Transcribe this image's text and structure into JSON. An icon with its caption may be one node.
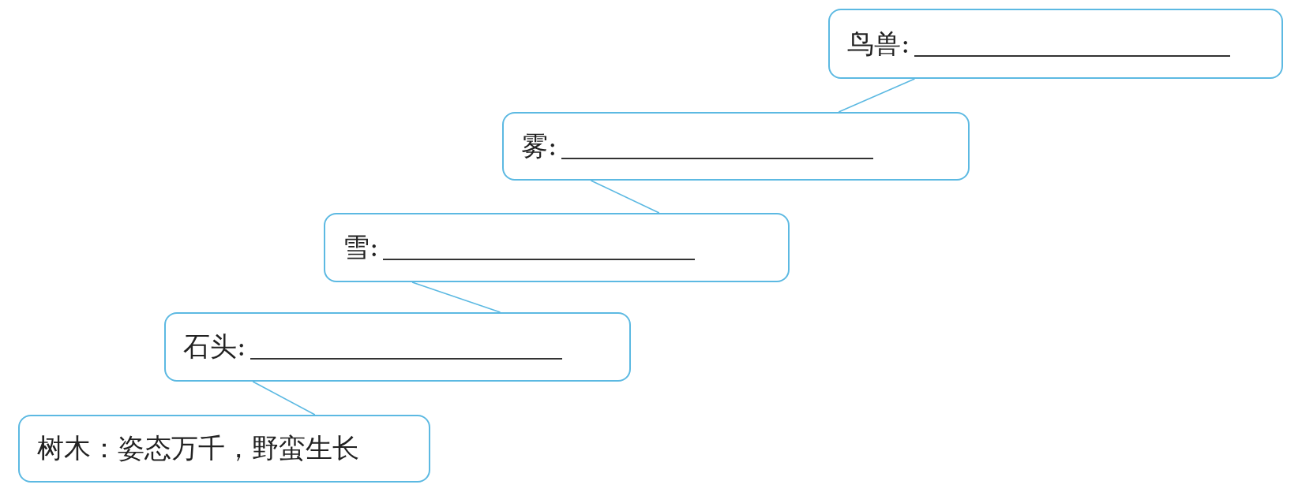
{
  "diagram": {
    "nodes": [
      {
        "text": [
          "鸟兽:"
        ]
      },
      {
        "text": [
          "雾:"
        ]
      },
      {
        "text": [
          "雪:"
        ]
      },
      {
        "text": [
          "石头:"
        ]
      },
      {
        "text": [
          "树木：姿态万千，野蛮生长"
        ]
      }
    ],
    "edges": [
      {
        "from": 0,
        "to": 1,
        "arrow": "none"
      },
      {
        "from": 1,
        "to": 2,
        "arrow": "none"
      },
      {
        "from": 2,
        "to": 3,
        "arrow": "none"
      },
      {
        "from": 3,
        "to": 4,
        "arrow": "none"
      }
    ]
  }
}
